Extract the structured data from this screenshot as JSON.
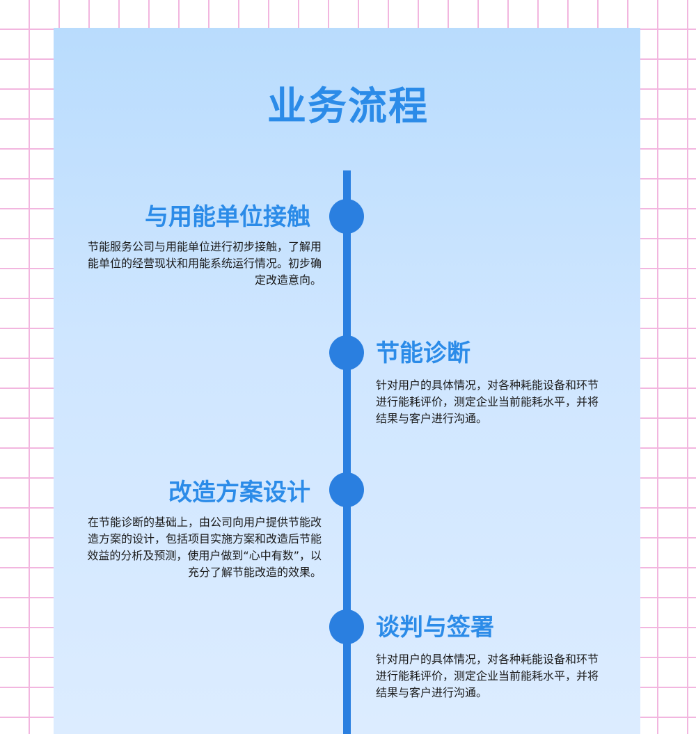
{
  "title": "业务流程",
  "steps": [
    {
      "title": "与用能单位接触",
      "desc": "节能服务公司与用能单位进行初步接触，了解用能单位的经营现状和用能系统运行情况。初步确定改造意向。"
    },
    {
      "title": "节能诊断",
      "desc": "针对用户的具体情况，对各种耗能设备和环节进行能耗评价，测定企业当前能耗水平，并将结果与客户进行沟通。"
    },
    {
      "title": "改造方案设计",
      "desc": "在节能诊断的基础上，由公司向用户提供节能改造方案的设计，包括项目实施方案和改造后节能效益的分析及预测，使用户做到“心中有数”，以充分了解节能改造的效果。"
    },
    {
      "title": "谈判与签署",
      "desc": "针对用户的具体情况，对各种耗能设备和环节进行能耗评价，测定企业当前能耗水平，并将结果与客户进行沟通。"
    }
  ],
  "colors": {
    "accent": "#2b8be8",
    "timeline": "#2a7fe0",
    "panel_top": "#b9dcfd",
    "panel_bottom": "#dcecff",
    "grid": "#f2b6df"
  }
}
